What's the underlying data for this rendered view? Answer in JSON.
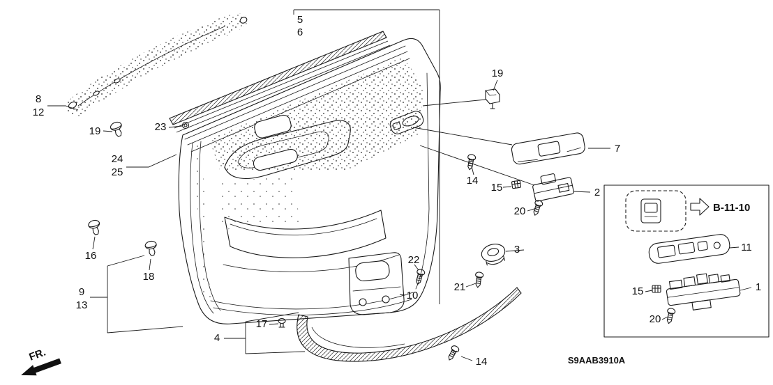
{
  "diagram": {
    "drawing_code": "S9AAB3910A",
    "reference_label": "B-11-10",
    "direction_label": "FR.",
    "ink_color": "#1a1a1a",
    "background_color": "#ffffff",
    "callouts": {
      "c1": "1",
      "c2": "2",
      "c3": "3",
      "c4": "4",
      "c5": "5",
      "c6": "6",
      "c7": "7",
      "c8": "8",
      "c9": "9",
      "c10": "10",
      "c11": "11",
      "c12": "12",
      "c13": "13",
      "c14a": "14",
      "c14b": "14",
      "c15a": "15",
      "c15b": "15",
      "c16": "16",
      "c17": "17",
      "c18": "18",
      "c19a": "19",
      "c19b": "19",
      "c20a": "20",
      "c20b": "20",
      "c21": "21",
      "c22": "22",
      "c23": "23",
      "c24": "24",
      "c25": "25"
    }
  }
}
